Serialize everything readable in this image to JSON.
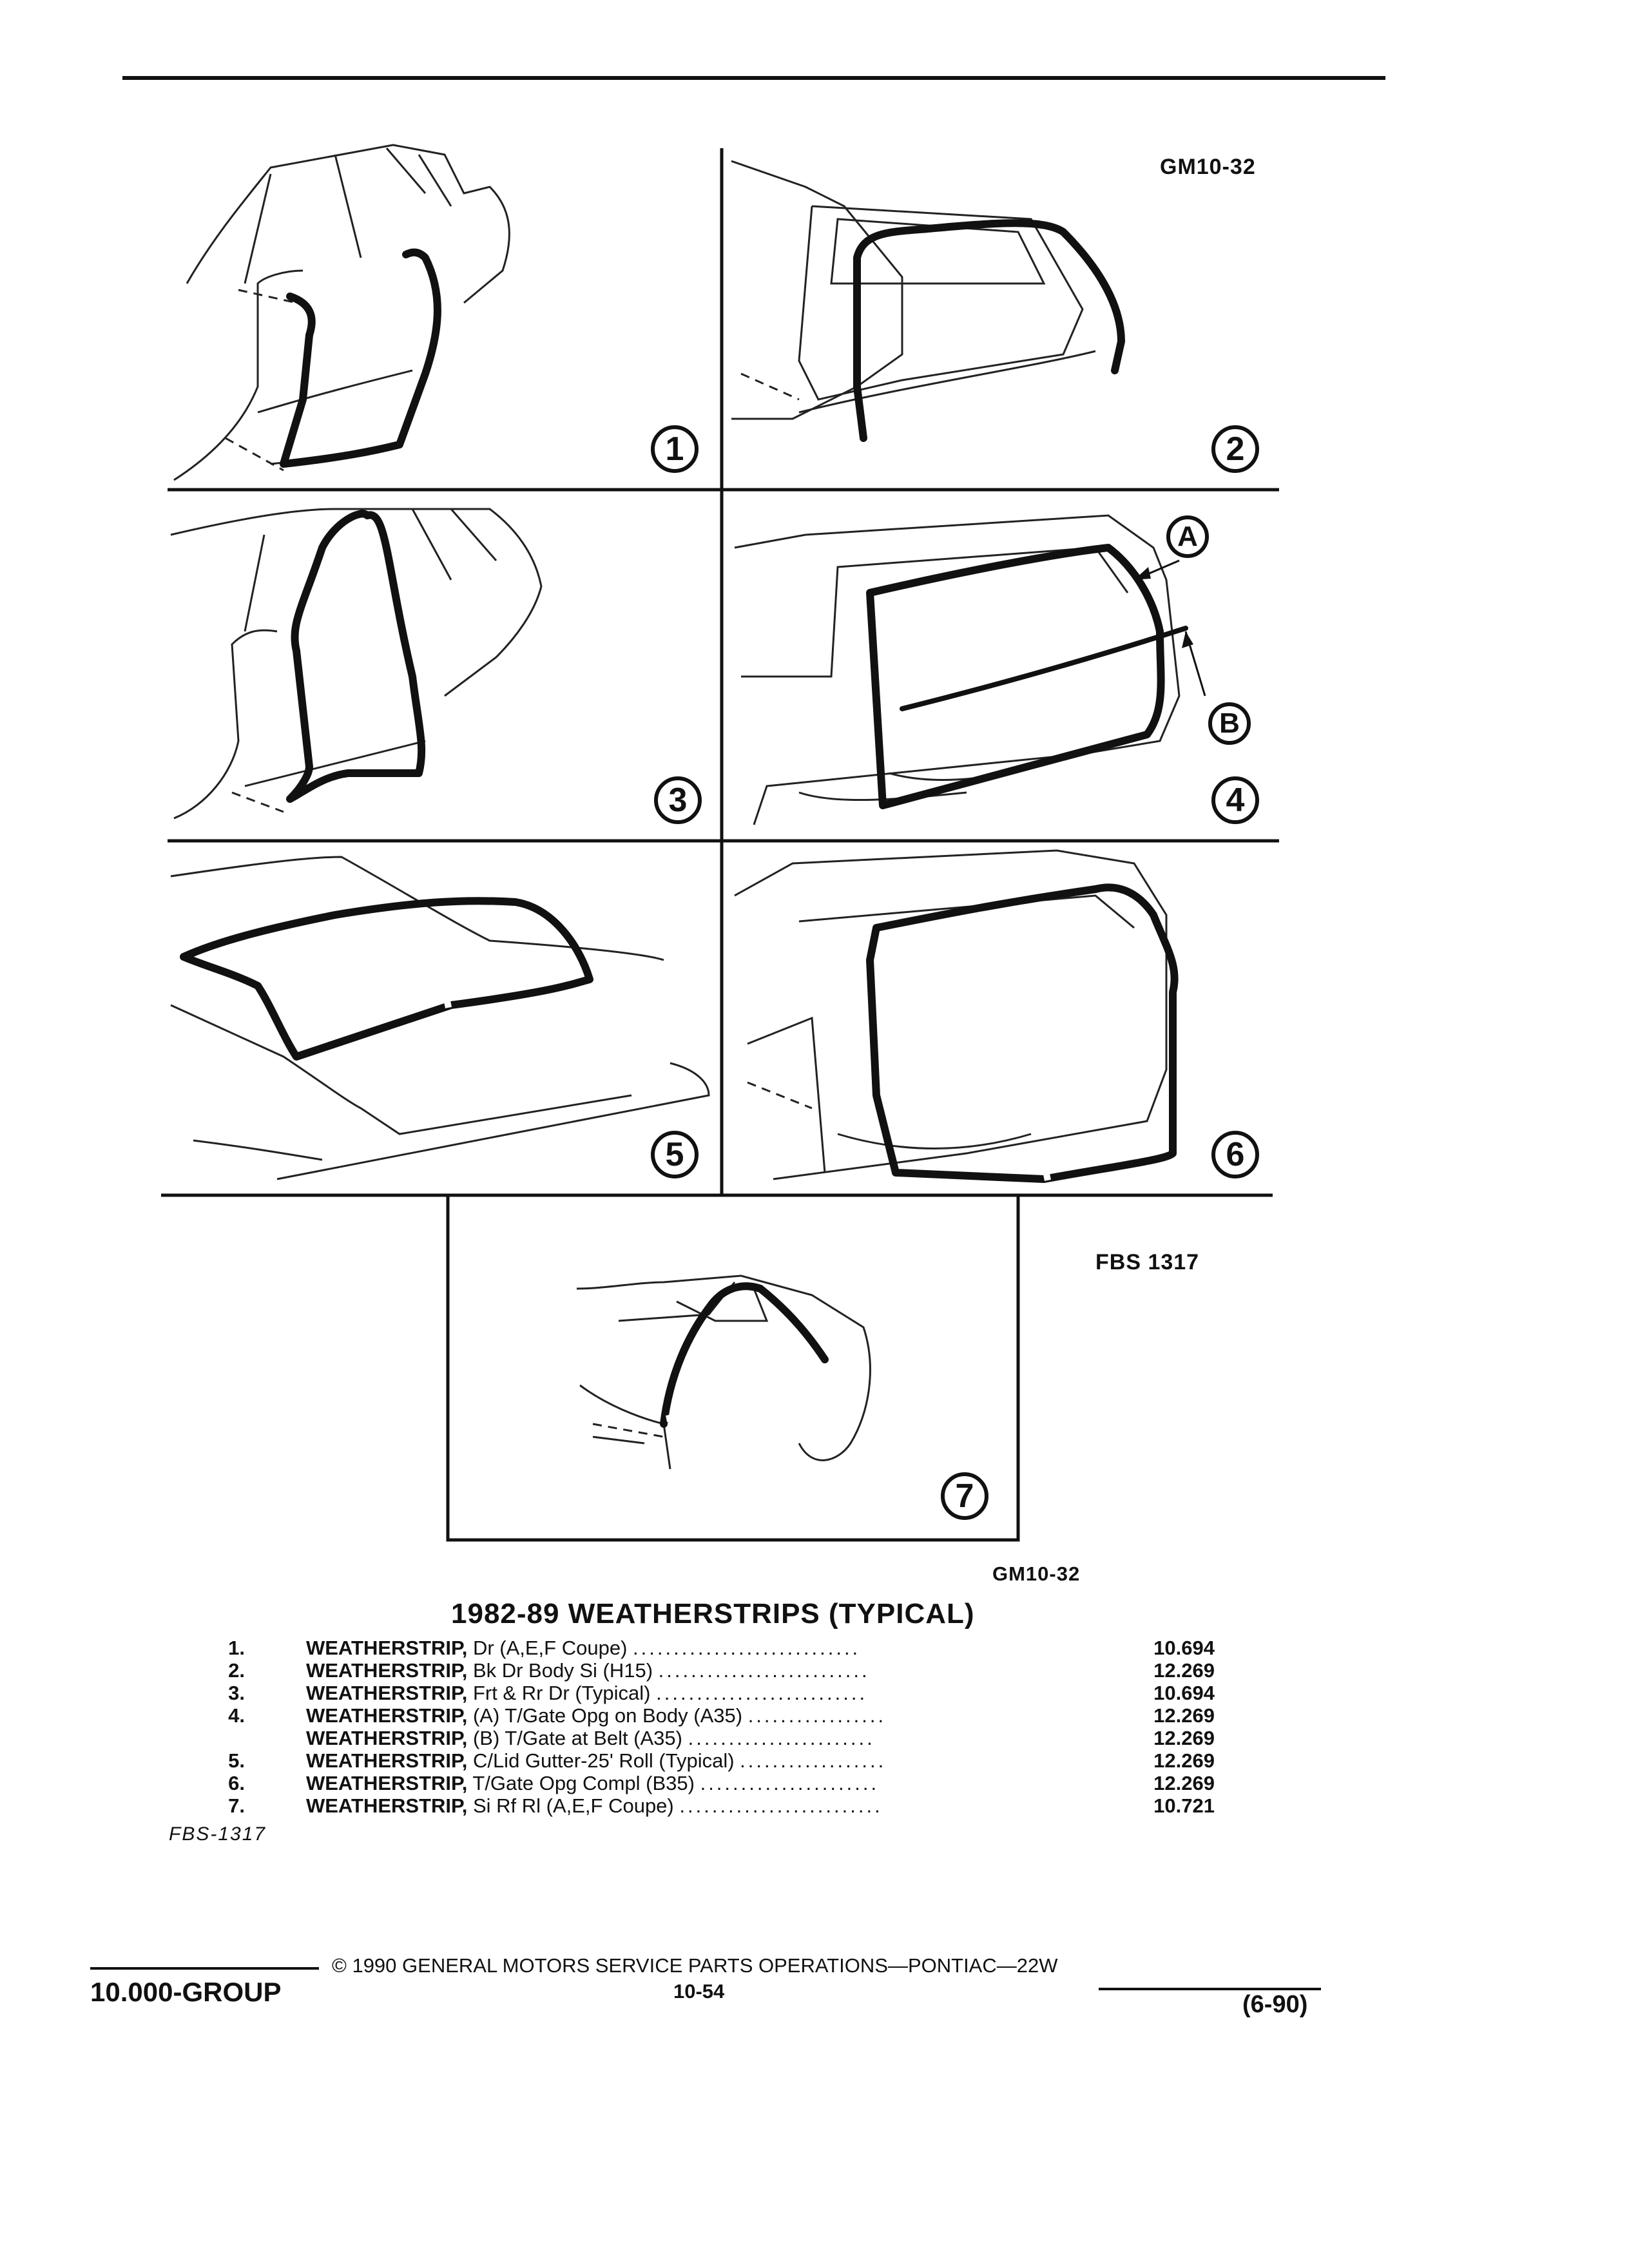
{
  "header": {
    "ref_top": "GM10-32",
    "ref_side": "FBS 1317",
    "ref_bottom": "GM10-32"
  },
  "callouts": [
    "1",
    "2",
    "3",
    "4",
    "5",
    "6",
    "7"
  ],
  "labels": {
    "a": "A",
    "b": "B"
  },
  "title": "1982-89 WEATHERSTRIPS (TYPICAL)",
  "items": [
    {
      "num": "1.",
      "name": "WEATHERSTRIP,",
      "desc": " Dr (A,E,F Coupe)",
      "code": "10.694"
    },
    {
      "num": "2.",
      "name": "WEATHERSTRIP,",
      "desc": " Bk Dr Body Si (H15)",
      "code": "12.269"
    },
    {
      "num": "3.",
      "name": "WEATHERSTRIP,",
      "desc": " Frt & Rr Dr (Typical)",
      "code": "10.694"
    },
    {
      "num": "4.",
      "name": "WEATHERSTRIP,",
      "desc": " (A) T/Gate Opg on Body (A35)",
      "code": "12.269"
    },
    {
      "num": "",
      "name": "WEATHERSTRIP,",
      "desc": " (B) T/Gate at Belt (A35)",
      "code": "12.269"
    },
    {
      "num": "5.",
      "name": "WEATHERSTRIP,",
      "desc": " C/Lid Gutter-25' Roll (Typical)",
      "code": "12.269"
    },
    {
      "num": "6.",
      "name": "WEATHERSTRIP,",
      "desc": " T/Gate Opg Compl (B35)",
      "code": "12.269"
    },
    {
      "num": "7.",
      "name": "WEATHERSTRIP,",
      "desc": " Si Rf Rl (A,E,F Coupe)",
      "code": "10.721"
    }
  ],
  "fbs_note": "FBS-1317",
  "footer": {
    "group": "10.000-GROUP",
    "copyright": "© 1990 GENERAL MOTORS SERVICE PARTS OPERATIONS—PONTIAC—22W",
    "page": "10-54",
    "date": "(6-90)"
  }
}
